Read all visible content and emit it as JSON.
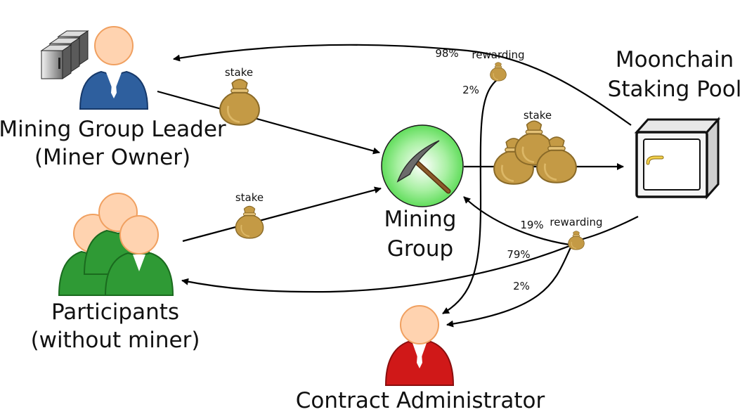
{
  "nodes": {
    "leader": {
      "line1": "Mining Group Leader",
      "line2": "(Miner Owner)"
    },
    "participants": {
      "line1": "Participants",
      "line2": "(without miner)"
    },
    "mining_group": {
      "line1": "Mining",
      "line2": "Group"
    },
    "pool": {
      "line1": "Moonchain",
      "line2": "Staking Pool"
    },
    "admin": {
      "label": "Contract Administrator"
    }
  },
  "edges": {
    "stake_leader": "stake",
    "stake_participants": "stake",
    "stake_group": "stake",
    "reward_top": {
      "label": "rewarding",
      "pct_leader": "98%",
      "pct_admin": "2%"
    },
    "reward_bottom": {
      "label": "rewarding",
      "pct_group": "19%",
      "pct_participants": "79%",
      "pct_admin": "2%"
    }
  },
  "colors": {
    "leader": "#2e5f9e",
    "participants": "#2f9a35",
    "admin": "#d01818",
    "skin": "#ffd3b0",
    "bag": "#c49a45",
    "mining_group": "#7ee87a"
  },
  "icons": [
    "server-icon",
    "money-bag-icon",
    "pickaxe-icon",
    "safe-icon",
    "person-icon"
  ]
}
